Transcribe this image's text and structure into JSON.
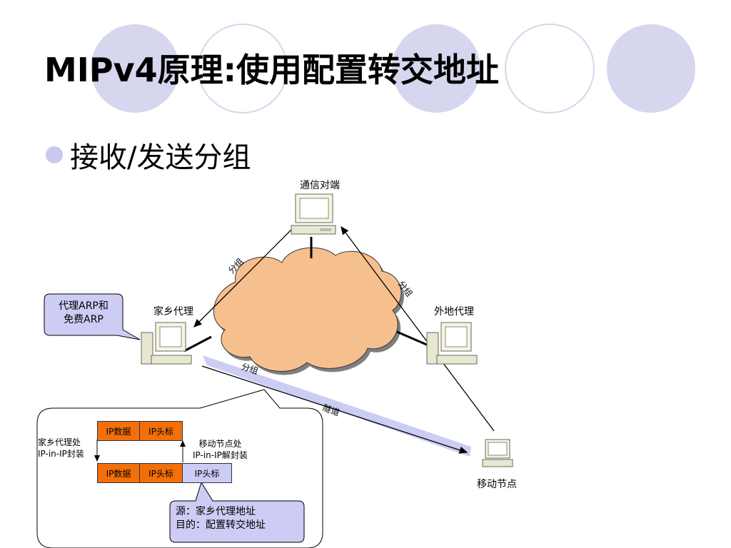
{
  "slide": {
    "title": "MIPv4原理:使用配置转交地址",
    "bullet": "接收/发送分组"
  },
  "colors": {
    "circle_fill": "#d6d6ee",
    "cloud_fill": "#f6c08e",
    "callout_fill": "#ccccf4",
    "packet_orange": "#f26f0a",
    "tunnel": "#ccccf4"
  },
  "nodes": {
    "correspondent": "通信对端",
    "home_agent": "家乡代理",
    "foreign_agent": "外地代理",
    "mobile_node": "移动节点"
  },
  "arrows": {
    "to_home_agent": "分组",
    "from_mobile": "分组",
    "tunnel_packet": "分组",
    "tunnel": "隧道"
  },
  "callouts": {
    "arp_line1": "代理ARP和",
    "arp_line2": "免费ARP",
    "addr_line1": "源：家乡代理地址",
    "addr_line2": "目的：配置转交地址"
  },
  "packets": {
    "ip_data": "IP数据",
    "ip_header": "IP头标",
    "outer_header": "IP头标",
    "encap_line1": "家乡代理处",
    "encap_line2": "IP-in-IP封装",
    "decap_line1": "移动节点处",
    "decap_line2": "IP-in-IP解封装"
  }
}
